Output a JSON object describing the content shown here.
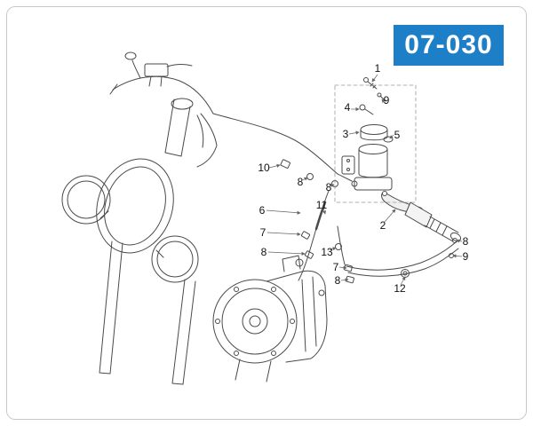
{
  "page": {
    "code": "07-030",
    "badge_color": "#1c7fc7",
    "border_color": "#c9c9c9",
    "background": "#ffffff"
  },
  "diagram": {
    "description": "Exploded parts diagram of a motorcycle handlebar clutch master cylinder, lever, reservoir cap and hose routing with numbered part callouts",
    "callouts": [
      "1",
      "4",
      "9",
      "3",
      "5",
      "10",
      "8",
      "8",
      "6",
      "11",
      "2",
      "7",
      "8",
      "13",
      "7",
      "8",
      "8",
      "9",
      "12"
    ]
  }
}
